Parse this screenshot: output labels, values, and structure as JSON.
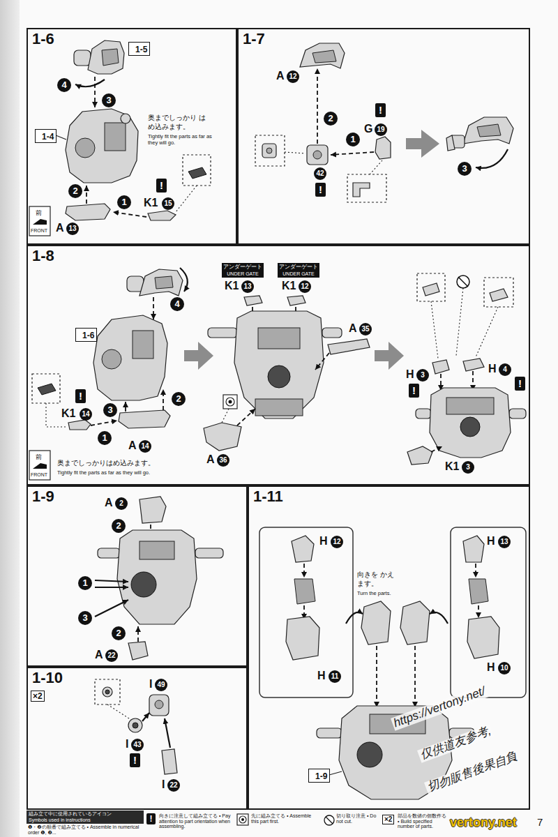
{
  "diagram": {
    "nodes": [
      {
        "text": [
          "1-6"
        ]
      },
      {
        "text": [
          "1-5"
        ],
        "in": 0
      },
      {
        "text": [
          "1-4"
        ],
        "in": 0
      },
      {
        "text": [
          "1-7"
        ]
      },
      {
        "text": [
          "1-8"
        ]
      },
      {
        "text": [
          "1-6"
        ],
        "in": 4
      },
      {
        "text": [
          "1-9"
        ]
      },
      {
        "text": [
          "1-10"
        ]
      },
      {
        "text": [
          "1-11"
        ]
      },
      {
        "text": [
          "1-9"
        ],
        "in": 8
      },
      {
        "text": [
          "組み立て中に使用されているアイコン",
          "Symbols used in instructions"
        ]
      }
    ],
    "labels": [
      "奥までしっかり はめ込みます。",
      "Tightly fit the parts as far as they will go.",
      "1",
      "2",
      "3",
      "4",
      "!",
      "K1",
      "15",
      "A",
      "13",
      "前",
      "FRONT",
      "A",
      "12",
      "2",
      "1",
      "!",
      "G",
      "19",
      "42",
      "!",
      "3",
      "1",
      "2",
      "3",
      "4",
      "!",
      "K1",
      "14",
      "A",
      "14",
      "前",
      "FRONT",
      "奥までしっかりはめ込みます。",
      "Tightly fit the parts as far as they will go.",
      "アンダーゲート",
      "UNDER GATE",
      "K1",
      "13",
      "アンダーゲート",
      "UNDER GATE",
      "K1",
      "12",
      "A",
      "35",
      "A",
      "36",
      "H",
      "3",
      "!",
      "H",
      "4",
      "!",
      "K1",
      "3",
      "A",
      "2",
      "2",
      "1",
      "3",
      "2",
      "A",
      "22",
      "×2",
      "I",
      "49",
      "I",
      "43",
      "!",
      "I",
      "22",
      "H",
      "12",
      "H",
      "11",
      "H",
      "13",
      "H",
      "10",
      "向きを かえます。",
      "Turn the parts.",
      "https://vertony.net/",
      "仅供道友参考,",
      "切勿販售後果自負",
      "vertony.net",
      "7",
      "!",
      "×2"
    ],
    "legend": [
      {
        "text": "❶・❷の順番で組み立てる • Assemble in numerical order ❶, ❷..."
      },
      {
        "text": "向きに注意して組み立てる • Pay attention to part orientation when assembling."
      },
      {
        "text": "先に組み立てる • Assemble this part first."
      },
      {
        "text": "切り取り注意 • Do not cut."
      },
      {
        "text": "部品を数値の個数作る • Build specified number of parts."
      }
    ]
  }
}
